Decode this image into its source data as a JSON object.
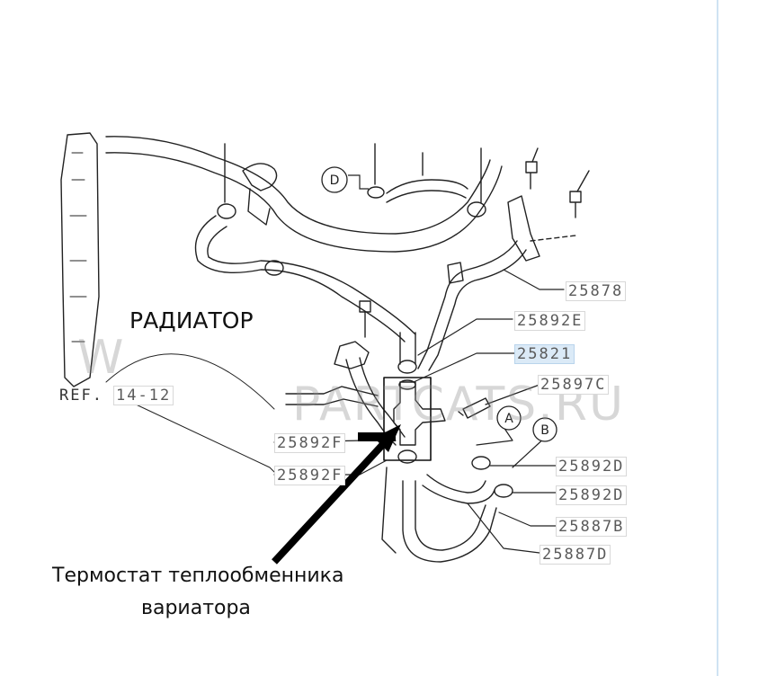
{
  "labels": {
    "p25878": "25878",
    "p25892E": "25892E",
    "p25821": "25821",
    "p25897C": "25897C",
    "p25892F": "25892F",
    "p25892Fb": "25892F",
    "p25892D_a": "25892D",
    "p25892D_b": "25892D",
    "p25887B": "25887B",
    "p25887D": "25887D"
  },
  "ref": {
    "prefix": "REF.",
    "number": "14-12"
  },
  "callouts": {
    "A": "A",
    "B": "B",
    "D": "D"
  },
  "captions": {
    "radiator": "РАДИАТОР",
    "thermostat_line1": "Термостат теплообменника",
    "thermostat_line2": "вариатора"
  },
  "watermark": {
    "left": "W",
    "right": "PARTCATS.RU"
  },
  "colors": {
    "highlight": "#dbeaf7",
    "ink": "#222222",
    "divider": "#cfe3f3"
  }
}
